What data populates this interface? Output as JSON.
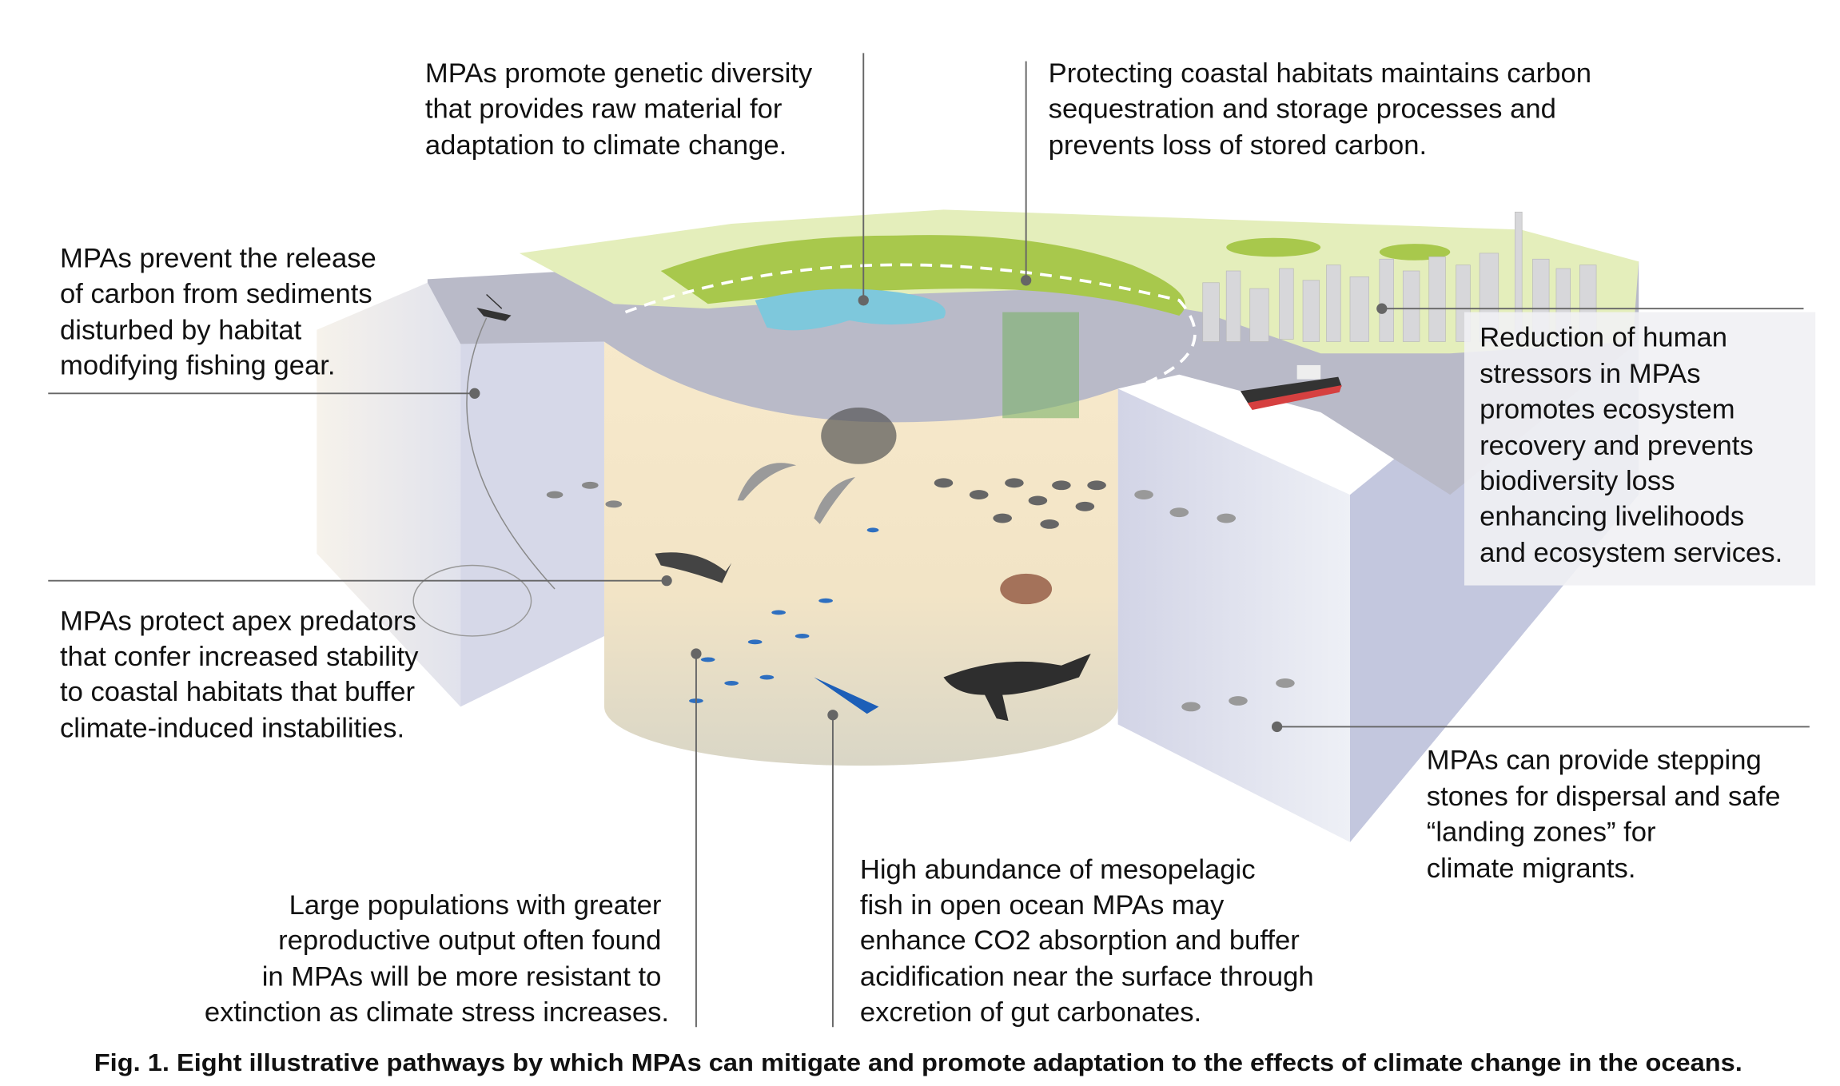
{
  "figure": {
    "caption": "Fig. 1. Eight illustrative pathways by which MPAs can mitigate and promote adaptation to the effects of climate change in the oceans.",
    "labels": {
      "genetic_diversity": [
        "MPAs promote genetic diversity",
        "that provides raw material for",
        "adaptation to climate change."
      ],
      "coastal_habitats": [
        "Protecting coastal habitats maintains carbon",
        "sequestration and storage processes and",
        "prevents loss of stored carbon."
      ],
      "sediments": [
        "MPAs prevent the release",
        "of carbon from sediments",
        "disturbed by habitat",
        "modifying fishing gear."
      ],
      "human_stressors": [
        "Reduction of human",
        "stressors in MPAs",
        "promotes ecosystem",
        "recovery and prevents",
        "biodiversity loss",
        "enhancing livelihoods",
        "and ecosystem services."
      ],
      "apex_predators": [
        "MPAs protect apex predators",
        "that confer increased stability",
        "to coastal habitats that buffer",
        "climate-induced instabilities."
      ],
      "large_populations": [
        "Large populations with greater",
        "reproductive output often found",
        "in MPAs will be more resistant to",
        "extinction as climate stress increases."
      ],
      "mesopelagic": [
        "High abundance of mesopelagic",
        "fish in open ocean MPAs may",
        "enhance CO2 absorption and buffer",
        "acidification near the surface through",
        "excretion of gut carbonates."
      ],
      "stepping_stones": [
        "MPAs can provide stepping",
        "stones for dispersal and safe",
        "“landing zones” for",
        "climate migrants."
      ]
    }
  },
  "colors": {
    "land": "#e4eebb",
    "vegetation": "#a8c84c",
    "seafloor_top": "#b9bac8",
    "water_column": "#f6e8c9",
    "side_face": "#c9cce0",
    "leader": "#666666"
  }
}
